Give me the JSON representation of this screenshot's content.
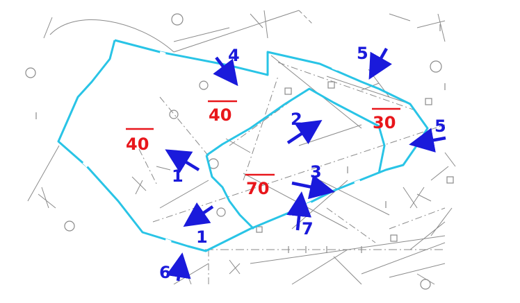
{
  "colors": {
    "boundary": "#29c4e6",
    "arrow": "#1a1adb",
    "value": "#e8161b",
    "linework": "#8a8a8a"
  },
  "arrow_labels": {
    "a1_top": "1",
    "a1_bottom": "1",
    "a2": "2",
    "a3": "3",
    "a4": "4",
    "a5_top": "5",
    "a5_right": "5",
    "a6": "6",
    "a7": "7"
  },
  "values": {
    "left": "40",
    "upper": "40",
    "center": "70",
    "right": "30"
  }
}
